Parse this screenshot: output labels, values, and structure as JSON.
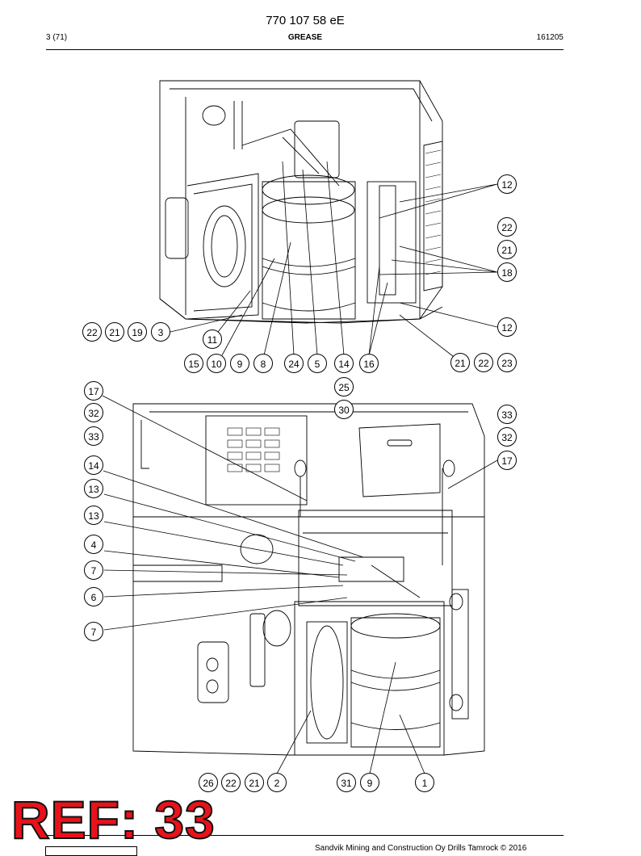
{
  "header": {
    "doc_number": "770 107 58 eE",
    "page": "3 (71)",
    "title": "GREASE",
    "code": "161205"
  },
  "callouts_top": [
    "12",
    "22",
    "21",
    "18",
    "12",
    "22",
    "21",
    "19",
    "3",
    "11",
    "15",
    "10",
    "9",
    "8",
    "24",
    "5",
    "14",
    "16",
    "21",
    "22",
    "23",
    "25",
    "30"
  ],
  "callouts_bottom": [
    "17",
    "32",
    "33",
    "14",
    "13",
    "13",
    "4",
    "7",
    "6",
    "7",
    "33",
    "32",
    "17",
    "26",
    "22",
    "21",
    "2",
    "31",
    "9",
    "1"
  ],
  "ref_stamp": "REF: 33",
  "footer": "Sandvik Mining and Construction Oy Drills Tamrock © 2016"
}
